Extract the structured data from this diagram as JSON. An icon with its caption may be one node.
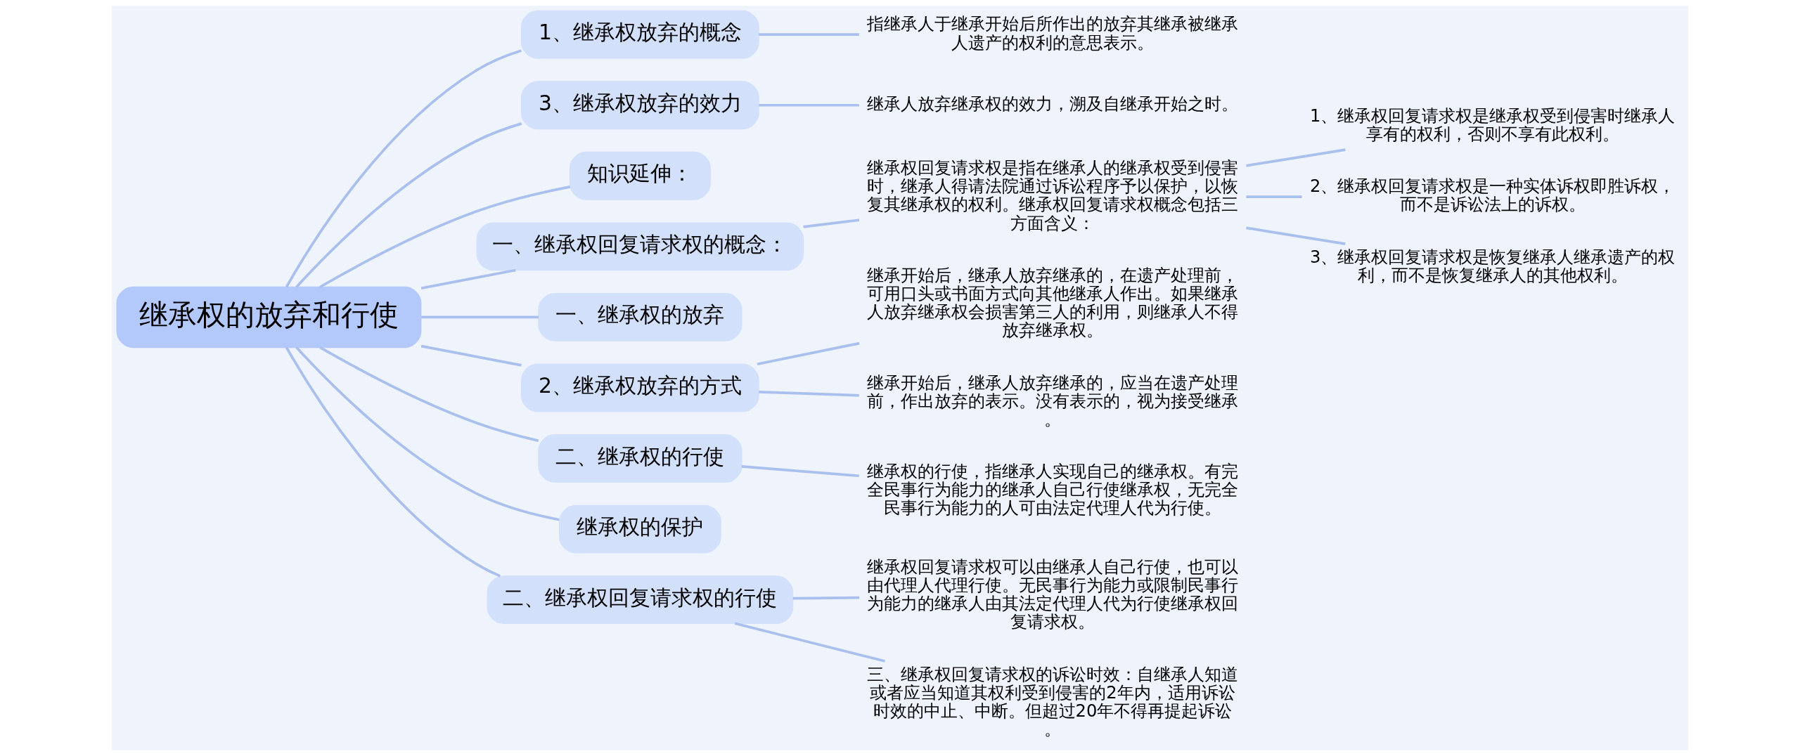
{
  "diagram": {
    "nodes": [
      {
        "text": [
          "继承权的放弃和行使"
        ]
      },
      {
        "text": [
          "1、继承权放弃的概念"
        ]
      },
      {
        "text": [
          "指继承人于继承开始后所作出的放弃其继承被继承人遗产的权利的意思表示。"
        ]
      },
      {
        "text": [
          "3、继承权放弃的效力"
        ]
      },
      {
        "text": [
          "继承人放弃继承权的效力，溯及自继承开始之时。"
        ]
      },
      {
        "text": [
          "知识延伸："
        ]
      },
      {
        "text": [
          "一、继承权回复请求权的概念："
        ]
      },
      {
        "text": [
          "继承权回复请求权是指在继承人的继承权受到侵害时，继承人得请法院通过诉讼程序予以保护，以恢复其继承权的权利。继承权回复请求权概念包括三方面含义："
        ]
      },
      {
        "text": [
          "1、继承权回复请求权是继承权受到侵害时继承人享有的权利，否则不享有此权利。"
        ]
      },
      {
        "text": [
          "2、继承权回复请求权是一种实体诉权即胜诉权，而不是诉讼法上的诉权。"
        ]
      },
      {
        "text": [
          "3、继承权回复请求权是恢复继承人继承遗产的权利，而不是恢复继承人的其他权利。"
        ]
      },
      {
        "text": [
          "一、继承权的放弃"
        ]
      },
      {
        "text": [
          "2、继承权放弃的方式"
        ]
      },
      {
        "text": [
          "继承开始后，继承人放弃继承的，在遗产处理前，可用口头或书面方式向其他继承人作出。如果继承人放弃继承权会损害第三人的利用，则继承人不得放弃继承权。"
        ]
      },
      {
        "text": [
          "继承开始后，继承人放弃继承的，应当在遗产处理前，作出放弃的表示。没有表示的，视为接受继承。"
        ]
      },
      {
        "text": [
          "二、继承权的行使"
        ]
      },
      {
        "text": [
          "继承权的行使，指继承人实现自己的继承权。有完全民事行为能力的继承人自己行使继承权，无完全民事行为能力的人可由法定代理人代为行使。"
        ]
      },
      {
        "text": [
          "继承权的保护"
        ]
      },
      {
        "text": [
          "二、继承权回复请求权的行使"
        ]
      },
      {
        "text": [
          "继承权回复请求权可以由继承人自己行使，也可以由代理人代理行使。无民事行为能力或限制民事行为能力的继承人由其法定代理人代为行使继承权回复请求权。"
        ]
      },
      {
        "text": [
          "三、继承权回复请求权的诉讼时效：自继承人知道或者应当知道其权利受到侵害的2年内，适用诉讼时效的中止、中断。但超过20年不得再提起诉讼。"
        ]
      }
    ],
    "edges": [
      {
        "from": 0,
        "to": 1,
        "arrow": "none"
      },
      {
        "from": 1,
        "to": 2,
        "arrow": "none"
      },
      {
        "from": 0,
        "to": 3,
        "arrow": "none"
      },
      {
        "from": 3,
        "to": 4,
        "arrow": "none"
      },
      {
        "from": 0,
        "to": 5,
        "arrow": "none"
      },
      {
        "from": 0,
        "to": 6,
        "arrow": "none"
      },
      {
        "from": 6,
        "to": 7,
        "arrow": "none"
      },
      {
        "from": 7,
        "to": 8,
        "arrow": "none"
      },
      {
        "from": 7,
        "to": 9,
        "arrow": "none"
      },
      {
        "from": 7,
        "to": 10,
        "arrow": "none"
      },
      {
        "from": 0,
        "to": 11,
        "arrow": "none"
      },
      {
        "from": 0,
        "to": 12,
        "arrow": "none"
      },
      {
        "from": 12,
        "to": 13,
        "arrow": "none"
      },
      {
        "from": 12,
        "to": 14,
        "arrow": "none"
      },
      {
        "from": 0,
        "to": 15,
        "arrow": "none"
      },
      {
        "from": 15,
        "to": 16,
        "arrow": "none"
      },
      {
        "from": 0,
        "to": 17,
        "arrow": "none"
      },
      {
        "from": 0,
        "to": 18,
        "arrow": "none"
      },
      {
        "from": 18,
        "to": 19,
        "arrow": "none"
      },
      {
        "from": 18,
        "to": 20,
        "arrow": "none"
      }
    ]
  }
}
